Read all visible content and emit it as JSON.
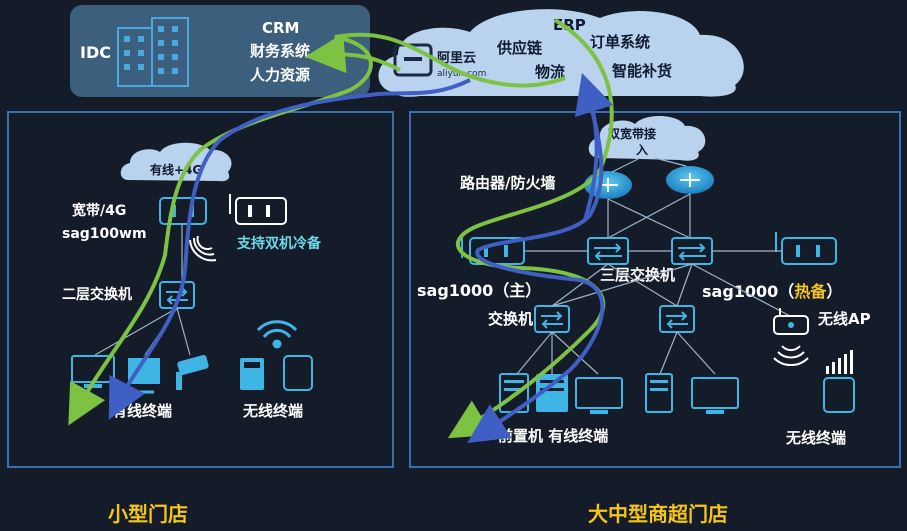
{
  "colors": {
    "background": "#151c29",
    "panel_border": "#3a6fae",
    "cloud": "#b9d2ee",
    "idc_box": "#3d5f7e",
    "device_blue": "#3fb5e6",
    "path_green": "#7dc242",
    "path_blue": "#3f5fc4",
    "title_gold": "#f5c518",
    "label_cyan": "#6fd8e8"
  },
  "idc": {
    "label": "IDC",
    "apps": [
      "CRM",
      "财务系统",
      "人力资源"
    ]
  },
  "cloud": {
    "provider_name": "阿里云",
    "provider_url": "aliyun.com",
    "apps": [
      "ERP",
      "供应链",
      "订单系统",
      "物流",
      "智能补货"
    ]
  },
  "small_store": {
    "title": "小型门店",
    "wan_cloud_label": "有线+4G",
    "gateway_label_1": "宽带/4G",
    "gateway_label_2": "sag100wm",
    "backup_label": "支持双机冷备",
    "switch_label": "二层交换机",
    "wired_label": "有线终端",
    "wireless_label": "无线终端",
    "icons": [
      "gateway-icon",
      "wifi-icon",
      "switch-icon",
      "monitor-icon",
      "tv-icon",
      "camera-icon",
      "pos-icon",
      "tablet-icon"
    ]
  },
  "large_store": {
    "title": "大中型商超门店",
    "wan_cloud_label": "双宽带接入",
    "router_label": "路由器/防火墙",
    "core_switch_label": "三层交换机",
    "primary_label": "sag1000（主）",
    "hot_standby_prefix": "sag1000（",
    "hot_standby_word": "热备",
    "hot_standby_suffix": "）",
    "access_switch_label": "交换机",
    "ap_label": "无线AP",
    "wired_label": "前置机 有线终端",
    "wireless_label": "无线终端",
    "icons": [
      "router-icon",
      "switch-icon",
      "gateway-icon",
      "server-icon",
      "monitor-icon",
      "ap-icon",
      "tablet-icon"
    ]
  }
}
